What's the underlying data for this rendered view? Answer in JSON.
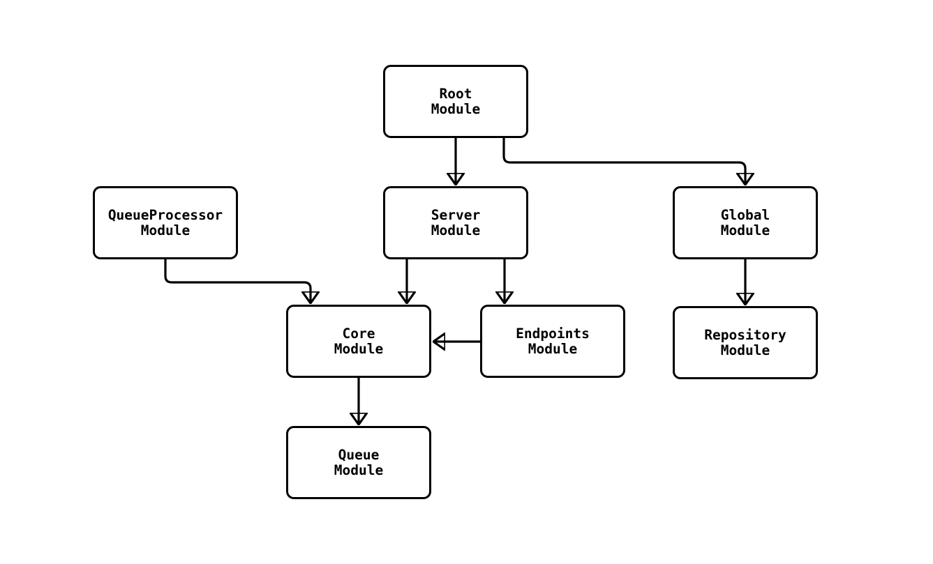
{
  "diagram": {
    "type": "flowchart",
    "background_color": "#ffffff",
    "stroke_color": "#000000",
    "text_color": "#000000",
    "node_fill_color": "#ffffff",
    "nodes": [
      {
        "id": "root",
        "line1": "Root",
        "line2": "Module"
      },
      {
        "id": "queueprocessor",
        "line1": "QueueProcessor",
        "line2": "Module"
      },
      {
        "id": "server",
        "line1": "Server",
        "line2": "Module"
      },
      {
        "id": "global",
        "line1": "Global",
        "line2": "Module"
      },
      {
        "id": "core",
        "line1": "Core",
        "line2": "Module"
      },
      {
        "id": "endpoints",
        "line1": "Endpoints",
        "line2": "Module"
      },
      {
        "id": "repository",
        "line1": "Repository",
        "line2": "Module"
      },
      {
        "id": "queue",
        "line1": "Queue",
        "line2": "Module"
      }
    ],
    "edges": [
      {
        "from": "root",
        "to": "server"
      },
      {
        "from": "root",
        "to": "global"
      },
      {
        "from": "queueprocessor",
        "to": "core"
      },
      {
        "from": "server",
        "to": "core"
      },
      {
        "from": "server",
        "to": "endpoints"
      },
      {
        "from": "endpoints",
        "to": "core"
      },
      {
        "from": "global",
        "to": "repository"
      },
      {
        "from": "core",
        "to": "queue"
      }
    ]
  }
}
